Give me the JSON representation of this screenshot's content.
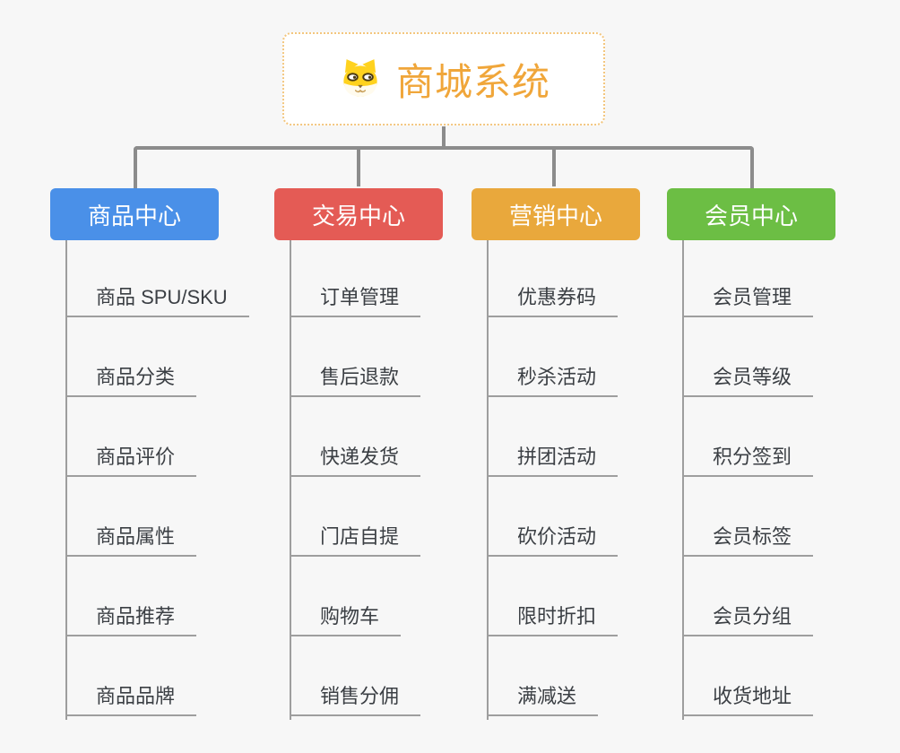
{
  "root": {
    "title": "商城系统",
    "icon": "dog-face-icon"
  },
  "branches": [
    {
      "label": "商品中心",
      "color": "#4a90e8",
      "children": [
        "商品 SPU/SKU",
        "商品分类",
        "商品评价",
        "商品属性",
        "商品推荐",
        "商品品牌"
      ]
    },
    {
      "label": "交易中心",
      "color": "#e45b55",
      "children": [
        "订单管理",
        "售后退款",
        "快递发货",
        "门店自提",
        "购物车",
        "销售分佣"
      ]
    },
    {
      "label": "营销中心",
      "color": "#e9a83c",
      "children": [
        "优惠券码",
        "秒杀活动",
        "拼团活动",
        "砍价活动",
        "限时折扣",
        "满减送"
      ]
    },
    {
      "label": "会员中心",
      "color": "#6cbe44",
      "children": [
        "会员管理",
        "会员等级",
        "积分签到",
        "会员标签",
        "会员分组",
        "收货地址"
      ]
    }
  ],
  "colors": {
    "background": "#f7f7f7",
    "root_title": "#f0a63a",
    "root_border": "#f3c67e",
    "connector": "#8c8c8c",
    "child_line": "#9e9e9e",
    "child_text": "#3b3f44"
  }
}
